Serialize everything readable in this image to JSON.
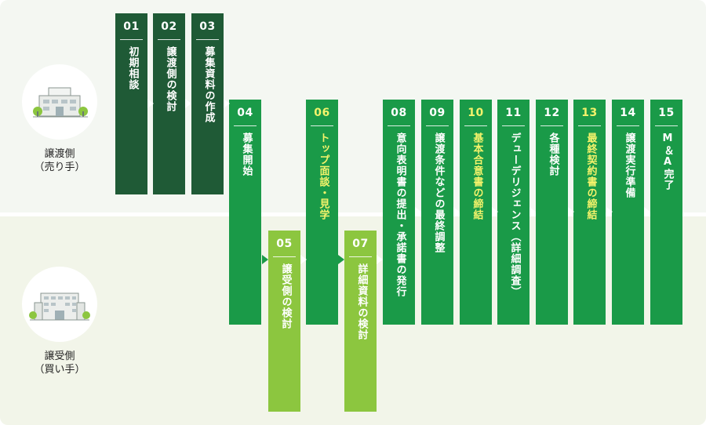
{
  "parties": {
    "seller": {
      "label": "譲渡側\n（売り手）",
      "icon": "building-icon"
    },
    "buyer": {
      "label": "譲受側\n（買い手）",
      "icon": "office-building-icon"
    }
  },
  "colors": {
    "seller_step": "#1f5a36",
    "shared_step": "#1a9a48",
    "buyer_step": "#8cc63f",
    "highlight_text": "#f4f36b"
  },
  "steps": [
    {
      "num": "01",
      "label": "初期相談",
      "party": "seller",
      "highlight": false
    },
    {
      "num": "02",
      "label": "譲渡側の検討",
      "party": "seller",
      "highlight": false
    },
    {
      "num": "03",
      "label": "募集資料の作成",
      "party": "seller",
      "highlight": false
    },
    {
      "num": "04",
      "label": "募集開始",
      "party": "both",
      "highlight": false
    },
    {
      "num": "05",
      "label": "譲受側の検討",
      "party": "buyer",
      "highlight": false
    },
    {
      "num": "06",
      "label": "トップ面談・見学",
      "party": "both",
      "highlight": true
    },
    {
      "num": "07",
      "label": "詳細資料の検討",
      "party": "buyer",
      "highlight": false
    },
    {
      "num": "08",
      "label": "意向表明書の提出・承諾書の発行",
      "party": "both",
      "highlight": false
    },
    {
      "num": "09",
      "label": "譲渡条件などの最終調整",
      "party": "both",
      "highlight": false
    },
    {
      "num": "10",
      "label": "基本合意書の締結",
      "party": "both",
      "highlight": true
    },
    {
      "num": "11",
      "label": "デューデリジェンス（詳細調査）",
      "party": "both",
      "highlight": false
    },
    {
      "num": "12",
      "label": "各種検討",
      "party": "both",
      "highlight": false
    },
    {
      "num": "13",
      "label": "最終契約書の締結",
      "party": "both",
      "highlight": true
    },
    {
      "num": "14",
      "label": "譲渡実行準備",
      "party": "both",
      "highlight": false
    },
    {
      "num": "15",
      "label": "M＆A完了",
      "party": "both",
      "highlight": false
    }
  ]
}
